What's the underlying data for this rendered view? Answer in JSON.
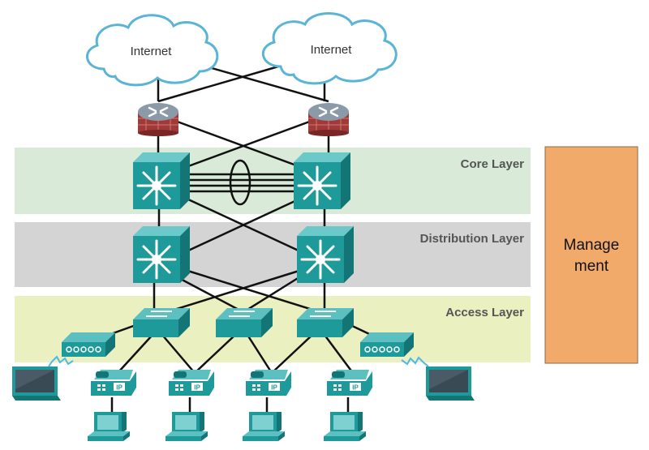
{
  "layers": {
    "core": "Core Layer",
    "distribution": "Distribution Layer",
    "access": "Access Layer"
  },
  "clouds": [
    "Internet",
    "Internet"
  ],
  "management": {
    "line1": "Manage",
    "line2": "ment",
    "color": "#f2aa6b"
  },
  "colors": {
    "core_band": "#d9ead9",
    "distribution_band": "#d4d4d4",
    "access_band": "#ebf0c0",
    "device": "#1e9a9a",
    "router_top": "#8a9aa8",
    "router_base": "#a03a3a"
  },
  "phone_label": "IP",
  "icons": [
    "cloud-icon",
    "router-icon",
    "multilayer-switch-icon",
    "access-switch-icon",
    "wireless-ap-icon",
    "ip-phone-icon",
    "laptop-icon",
    "desktop-pc-icon"
  ]
}
